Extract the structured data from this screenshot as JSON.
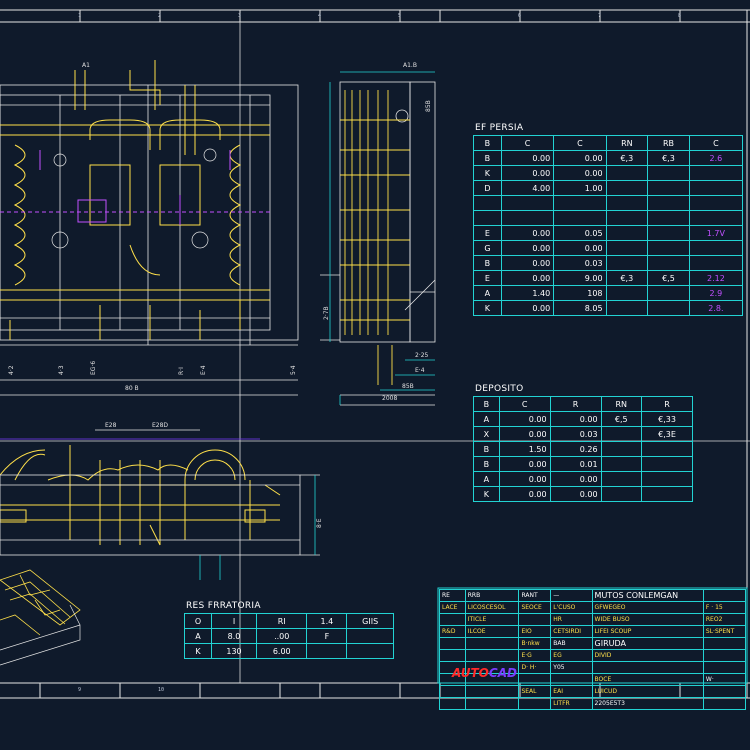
{
  "colors": {
    "background": "#0f1a2b",
    "cyan": "#22d3d3",
    "yellow": "#ffe04a",
    "white": "#e6e6e6",
    "magenta": "#c050ff",
    "red": "#ff2a2a"
  },
  "table_ef": {
    "title": "EF PERSIA",
    "headers": [
      "B",
      "C",
      "C",
      "RN",
      "RB",
      "C"
    ],
    "rows": [
      [
        "B",
        "0.00",
        "0.00",
        "€,3",
        "€,3",
        "2.6"
      ],
      [
        "K",
        "0.00",
        "0.00",
        "",
        "",
        ""
      ],
      [
        "D",
        "4.00",
        "1.00",
        "",
        "",
        ""
      ],
      [
        "",
        "",
        "",
        "",
        "",
        ""
      ],
      [
        "",
        "",
        "",
        "",
        "",
        ""
      ],
      [
        "E",
        "0.00",
        "0.05",
        "",
        "",
        "1.7V"
      ],
      [
        "G",
        "0.00",
        "0.00",
        "",
        "",
        ""
      ],
      [
        "B",
        "0.00",
        "0.03",
        "",
        "",
        ""
      ],
      [
        "E",
        "0.00",
        "9.00",
        "€,3",
        "€,5",
        "2.12"
      ],
      [
        "A",
        "1.40",
        "108",
        "",
        "",
        "2.9"
      ],
      [
        "K",
        "0.00",
        "8.05",
        "",
        "",
        "2.8."
      ]
    ]
  },
  "table_deposito": {
    "title": "DEPOSITO",
    "headers": [
      "B",
      "C",
      "R",
      "RN",
      "R"
    ],
    "rows": [
      [
        "A",
        "0.00",
        "0.00",
        "€,5",
        "€,33"
      ],
      [
        "X",
        "0.00",
        "0.03",
        "",
        "€,3E"
      ],
      [
        "B",
        "1.50",
        "0.26",
        "",
        ""
      ],
      [
        "B",
        "0.00",
        "0.01",
        "",
        ""
      ],
      [
        "A",
        "0.00",
        "0.00",
        "",
        ""
      ],
      [
        "K",
        "0.00",
        "0.00",
        "",
        ""
      ]
    ]
  },
  "table_res": {
    "title": "RES FRRATORIA",
    "headers": [
      "O",
      "I",
      "RI",
      "1.4",
      "GIIS"
    ],
    "rows": [
      [
        "A",
        "8.0",
        "..00",
        "F",
        ""
      ],
      [
        "K",
        "130",
        "6.00",
        "",
        ""
      ]
    ]
  },
  "title_block": {
    "r1": [
      "RE",
      "RRB",
      "RANT",
      "—",
      "MUTOS CONLEMGAN",
      ""
    ],
    "r2": [
      "LACE",
      "LICOSCESOL",
      "SEOCE",
      "L'CUSO",
      "GFWEGEO",
      "F · 15"
    ],
    "r3": [
      "",
      "ITICLE",
      "",
      "HR",
      "WIDE BUSO",
      "REO2"
    ],
    "r4": [
      "R&D",
      "ILCOE",
      "EIO",
      "CETSIRDI",
      "LIFEI SCOUP",
      "SL·SPENT"
    ],
    "r5": [
      "",
      "",
      "B·nkw",
      "BAB",
      "GIRUDA",
      ""
    ],
    "r6": [
      "",
      "",
      "E·G",
      "EG",
      "DIVID",
      ""
    ],
    "r7": [
      "",
      "",
      "D· H·",
      "Y05",
      "",
      ""
    ],
    "r8": [
      "",
      "",
      "",
      "",
      "BOCE",
      "W·"
    ],
    "r9": [
      "",
      "",
      "SEAL",
      "EAI",
      "LUICUD",
      ""
    ],
    "r10": [
      "",
      "",
      "",
      "LITFR",
      "2205E5T3",
      ""
    ],
    "logo_a": "AUTO",
    "logo_b": "CAD"
  },
  "dims": {
    "top_a1": "A1",
    "top_a2": "A1.B",
    "bottom_left": [
      "4·2",
      "4·3",
      "EG·6",
      "R·I",
      "E·4",
      "5·4"
    ],
    "bottom_main": "80 B",
    "side_h1": "85B",
    "side_v1": "2·7B",
    "side_dim1": "85B",
    "side_dim2": "2008",
    "arc_l": "E28",
    "arc_r": "E28D",
    "mid_dim": "8·E",
    "side_b1": "2·25",
    "side_b2": "E·4"
  },
  "border_ticks": [
    "1",
    "2",
    "3",
    "4",
    "5",
    "6",
    "7",
    "8",
    "9",
    "10"
  ]
}
